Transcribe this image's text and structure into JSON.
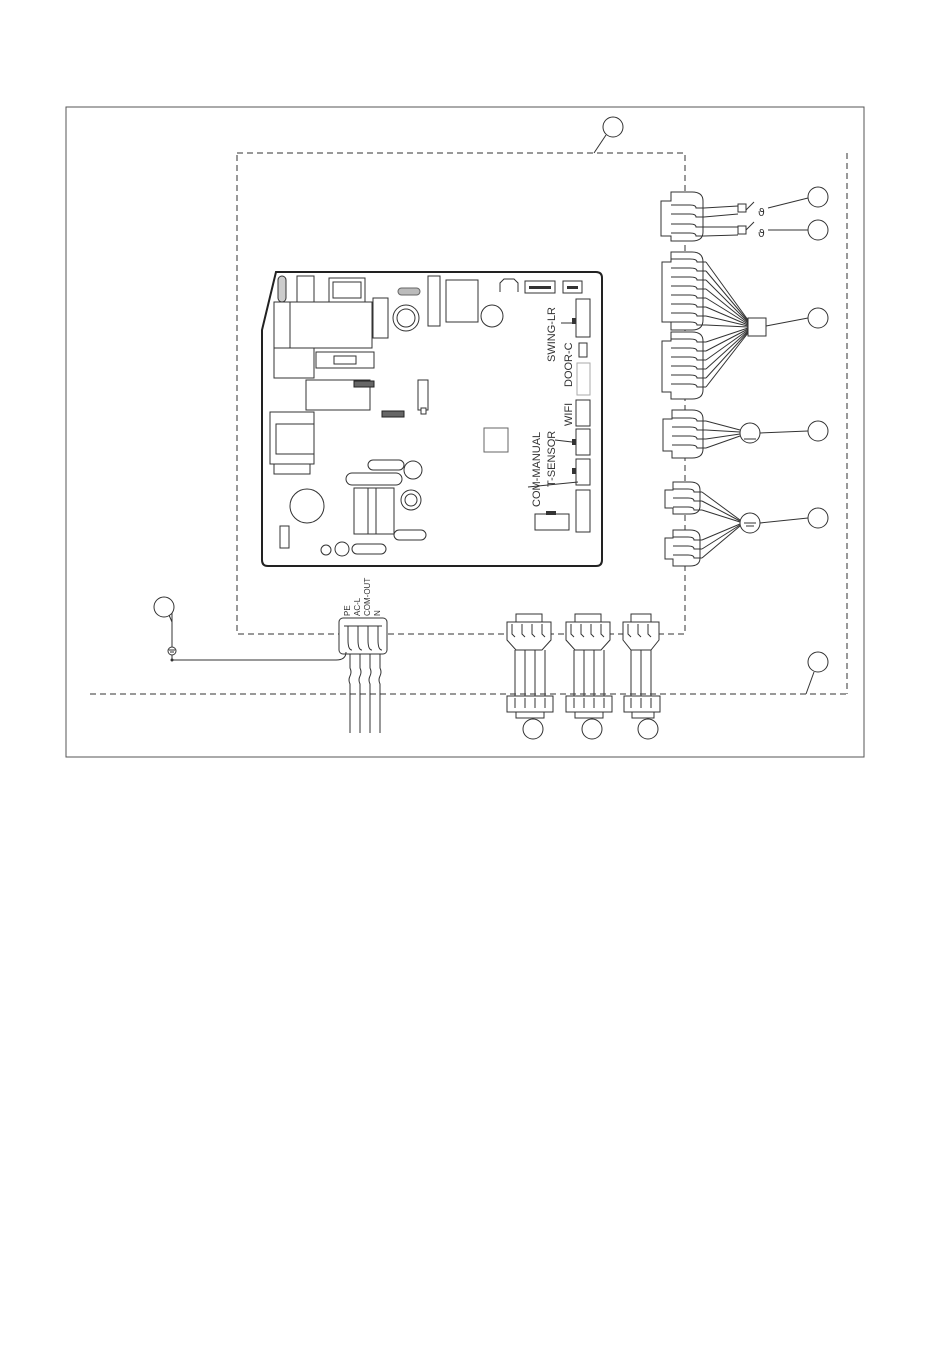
{
  "pcb_connectors": {
    "swing_lr": "SWING-LR",
    "door_c": "DOOR-C",
    "wifi": "WIFI",
    "t_sensor": "T-SENSOR",
    "com_manual": "COM-MANUAL"
  },
  "terminals": {
    "n": "N",
    "com_out": "COM-OUT",
    "ac_l": "AC-L",
    "pe": "PE"
  },
  "colors": {
    "line": "#333333",
    "frame": "#555555",
    "component_fill": "#e6e6e6",
    "paper": "#ffffff"
  }
}
